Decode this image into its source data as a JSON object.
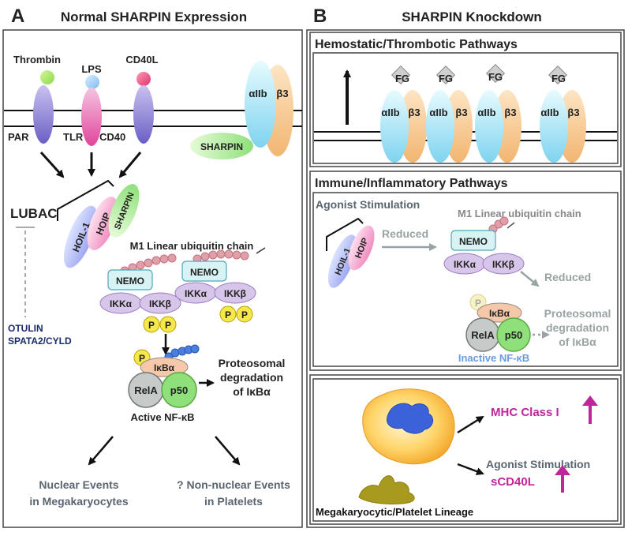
{
  "panelA": {
    "letter": "A",
    "title": "Normal SHARPIN Expression",
    "agonists": [
      "Thrombin",
      "LPS",
      "CD40L"
    ],
    "receptors": [
      "PAR",
      "TLR",
      "CD40"
    ],
    "integrin_a": "αIIb",
    "integrin_b": "β3",
    "sharpin": "SHARPIN",
    "lubac": "LUBAC",
    "hoil": "HOIL-1",
    "hoip": "HOIP",
    "sharpin_tilted": "SHARPIN",
    "m1_chain": "M1 Linear ubiquitin chain",
    "nemo": "NEMO",
    "ikka": "IKKα",
    "ikkb": "IKKβ",
    "p": "P",
    "ikba": "IκBα",
    "rela": "RelA",
    "p50": "p50",
    "active_nfkb": "Active NF-κB",
    "proteosomal": [
      "Proteosomal",
      "degradation",
      "of IκBα"
    ],
    "otulin": "OTULIN",
    "spata": "SPATA2/CYLD",
    "nuclear": [
      "Nuclear Events",
      "in Megakaryocytes"
    ],
    "nonnuclear": [
      "? Non-nuclear Events",
      "in Platelets"
    ]
  },
  "panelB": {
    "letter": "B",
    "title": "SHARPIN Knockdown",
    "hemo_title": "Hemostatic/Thrombotic Pathways",
    "fg": "FG",
    "integrin_a": "αIIb",
    "integrin_b": "β3",
    "immune_title": "Immune/Inflammatory Pathways",
    "agonist_stim": "Agonist Stimulation",
    "m1_chain": "M1 Linear ubiquitin chain",
    "hoil": "HOIL-1",
    "hoip": "HOIP",
    "reduced1": "Reduced",
    "reduced2": "Reduced",
    "nemo": "NEMO",
    "ikka": "IKKα",
    "ikkb": "IKKβ",
    "p": "P",
    "ikba": "IκBα",
    "rela": "RelA",
    "p50": "p50",
    "proteosomal": [
      "Proteosomal",
      "degradation",
      "of IκBα"
    ],
    "inactive_nfkb": "Inactive NF-κB",
    "mhc": "MHC Class I",
    "agonist_stim2": "Agonist Stimulation",
    "scd40l": "sCD40L",
    "lineage": "Megakaryocytic/Platelet Lineage"
  },
  "colors": {
    "magenta": "#c0269a",
    "gray_text": "#5a6570",
    "navy": "#1b2a6b",
    "light_blue_text": "#6a9ae0"
  }
}
